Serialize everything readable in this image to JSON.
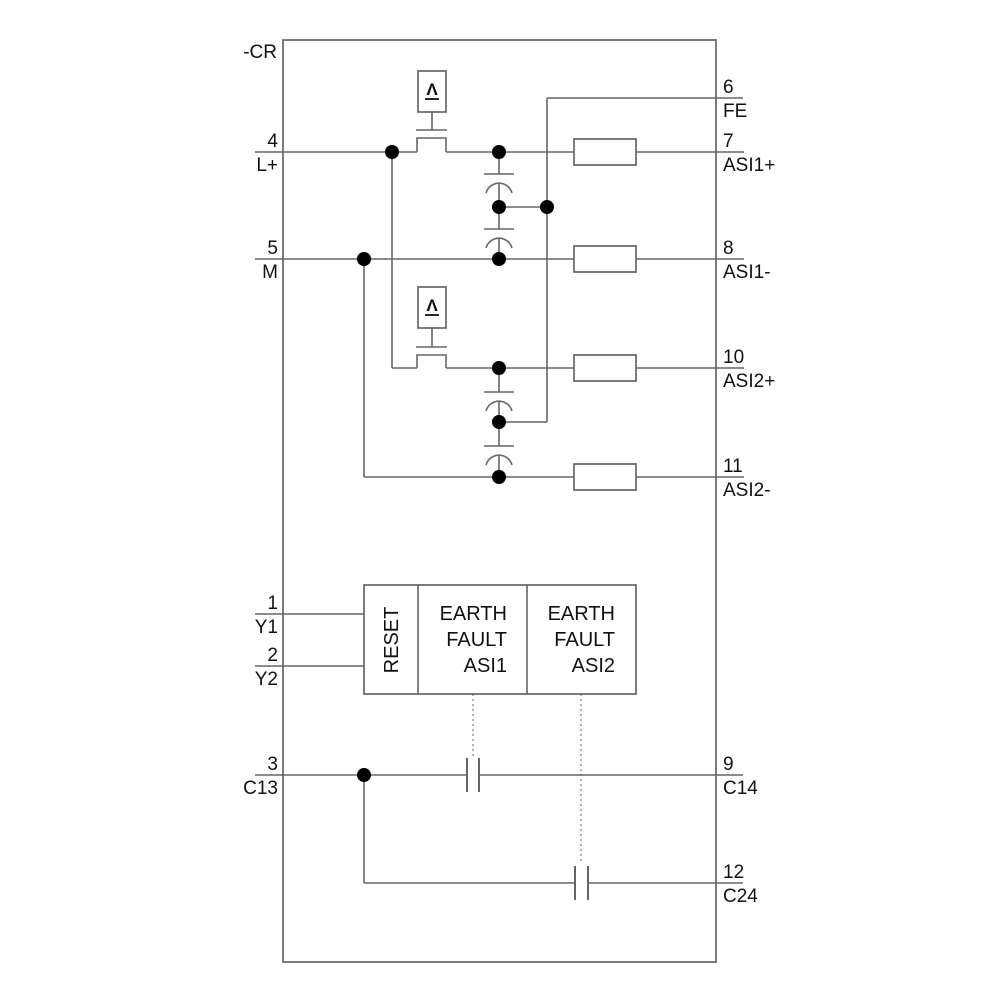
{
  "reference": "-CR",
  "colors": {
    "wire": "#666666",
    "text": "#111111",
    "dot": "#000000",
    "background": "#ffffff"
  },
  "terminals": {
    "left": [
      {
        "number": "4",
        "label": "L+"
      },
      {
        "number": "5",
        "label": "M"
      },
      {
        "number": "1",
        "label": "Y1"
      },
      {
        "number": "2",
        "label": "Y2"
      },
      {
        "number": "3",
        "label": "C13"
      }
    ],
    "right": [
      {
        "number": "6",
        "label": "FE"
      },
      {
        "number": "7",
        "label": "ASI1+"
      },
      {
        "number": "8",
        "label": "ASI1-"
      },
      {
        "number": "10",
        "label": "ASI2+"
      },
      {
        "number": "11",
        "label": "ASI2-"
      },
      {
        "number": "9",
        "label": "C14"
      },
      {
        "number": "12",
        "label": "C24"
      }
    ]
  },
  "blocks": {
    "reset": {
      "label": "RESET"
    },
    "earth_fault_asi1": {
      "line1": "EARTH",
      "line2": "FAULT",
      "line3": "ASI1"
    },
    "earth_fault_asi2": {
      "line1": "EARTH",
      "line2": "FAULT",
      "line3": "ASI2"
    }
  },
  "symbols": {
    "voltage_limiter": "Λ"
  }
}
